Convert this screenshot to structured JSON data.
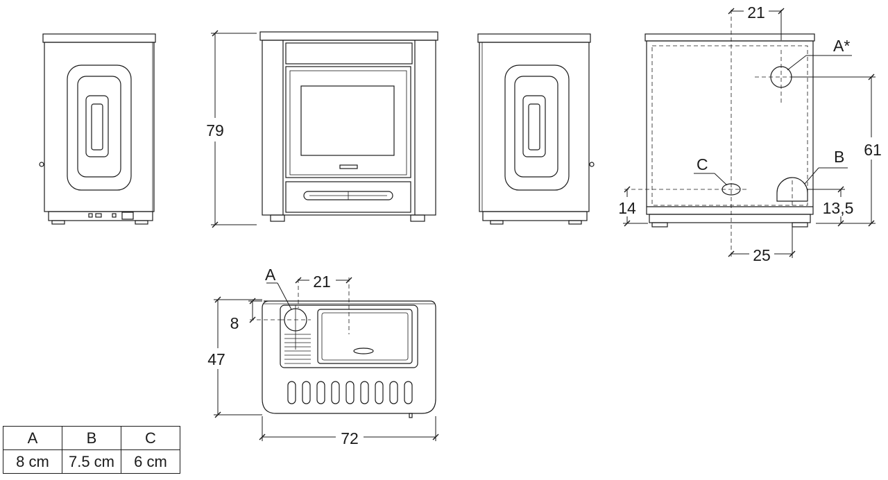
{
  "dimensions": {
    "height": "79",
    "front_pipe_offset": "21",
    "rear_offset_a": "61",
    "rear_offset_b": "13,5",
    "rear_offset_c": "14",
    "rear_spacing": "25",
    "top_pipe_offset": "21",
    "top_edge_offset": "8",
    "depth": "47",
    "width": "72"
  },
  "connection_labels": {
    "a_star": "A*",
    "b": "B",
    "c": "C",
    "a": "A"
  },
  "table": {
    "headers": [
      "A",
      "B",
      "C"
    ],
    "values": [
      "8 cm",
      "7.5 cm",
      "6 cm"
    ]
  }
}
